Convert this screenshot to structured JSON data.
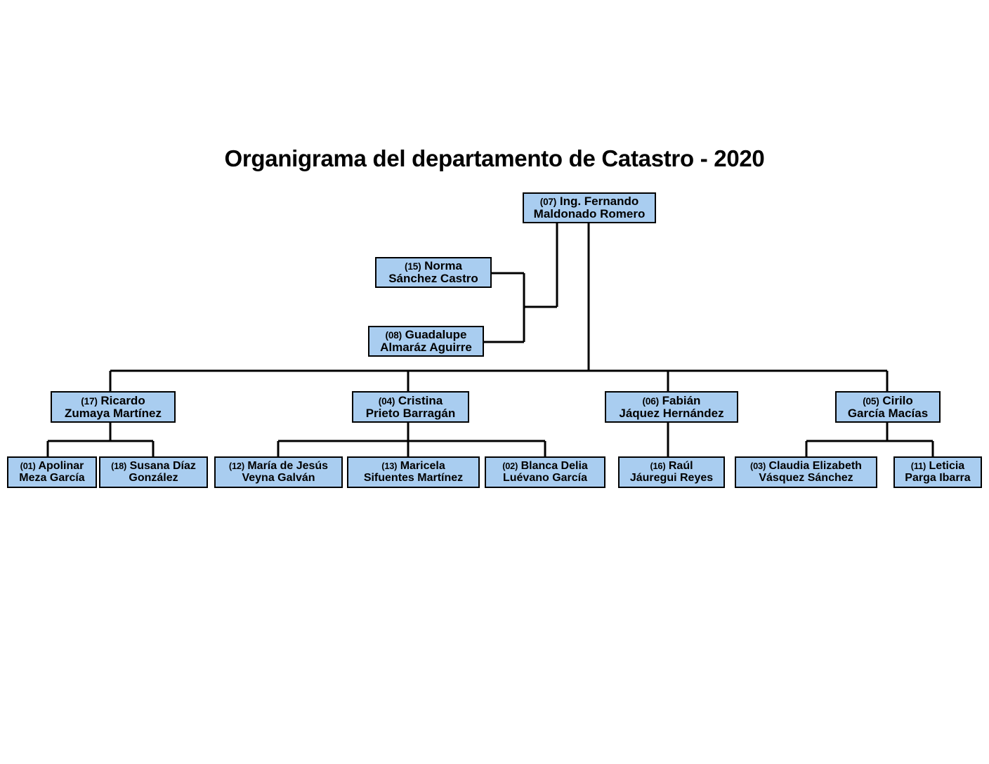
{
  "title": "Organigrama del departamento de Catastro - 2020",
  "style": {
    "node_fill": "#a9cdf0",
    "node_border": "#000000",
    "connector_color": "#000000",
    "text_color": "#000000",
    "background": "#ffffff"
  },
  "chart_data": {
    "type": "org-chart",
    "title": "Organigrama del departamento de Catastro - 2020",
    "nodes": [
      {
        "id": "n07",
        "code": "(07)",
        "line1": "Ing. Fernando",
        "line2": "Maldonado Romero",
        "level": 0,
        "role": "root",
        "parent": null
      },
      {
        "id": "n15",
        "code": "(15)",
        "line1": "Norma",
        "line2": "Sánchez Castro",
        "level": 1,
        "role": "assistant",
        "parent": "n07"
      },
      {
        "id": "n08",
        "code": "(08)",
        "line1": "Guadalupe",
        "line2": "Almaráz Aguirre",
        "level": 1,
        "role": "assistant",
        "parent": "n07"
      },
      {
        "id": "n17",
        "code": "(17)",
        "line1": "Ricardo",
        "line2": "Zumaya Martínez",
        "level": 2,
        "role": "manager",
        "parent": "n07"
      },
      {
        "id": "n04",
        "code": "(04)",
        "line1": "Cristina",
        "line2": "Prieto Barragán",
        "level": 2,
        "role": "manager",
        "parent": "n07"
      },
      {
        "id": "n06",
        "code": "(06)",
        "line1": "Fabián",
        "line2": "Jáquez Hernández",
        "level": 2,
        "role": "manager",
        "parent": "n07"
      },
      {
        "id": "n05",
        "code": "(05)",
        "line1": "Cirilo",
        "line2": "García Macías",
        "level": 2,
        "role": "manager",
        "parent": "n07"
      },
      {
        "id": "n01",
        "code": "(01)",
        "line1": "Apolinar",
        "line2": "Meza García",
        "level": 3,
        "role": "staff",
        "parent": "n17"
      },
      {
        "id": "n18",
        "code": "(18)",
        "line1": "Susana Díaz",
        "line2": "González",
        "level": 3,
        "role": "staff",
        "parent": "n17"
      },
      {
        "id": "n12",
        "code": "(12)",
        "line1": "María de Jesús",
        "line2": "Veyna Galván",
        "level": 3,
        "role": "staff",
        "parent": "n04"
      },
      {
        "id": "n13",
        "code": "(13)",
        "line1": "Maricela",
        "line2": "Sifuentes Martínez",
        "level": 3,
        "role": "staff",
        "parent": "n04"
      },
      {
        "id": "n02",
        "code": "(02)",
        "line1": "Blanca Delia",
        "line2": "Luévano García",
        "level": 3,
        "role": "staff",
        "parent": "n04"
      },
      {
        "id": "n16",
        "code": "(16)",
        "line1": "Raúl",
        "line2": "Jáuregui Reyes",
        "level": 3,
        "role": "staff",
        "parent": "n06"
      },
      {
        "id": "n03",
        "code": "(03)",
        "line1": "Claudia Elizabeth",
        "line2": "Vásquez Sánchez",
        "level": 3,
        "role": "staff",
        "parent": "n05"
      },
      {
        "id": "n11",
        "code": "(11)",
        "line1": "Leticia",
        "line2": "Parga Ibarra",
        "level": 3,
        "role": "staff",
        "parent": "n05"
      }
    ]
  },
  "nodes": {
    "n07": {
      "code": "(07)",
      "line1": "Ing. Fernando",
      "line2": "Maldonado Romero"
    },
    "n15": {
      "code": "(15)",
      "line1": "Norma",
      "line2": "Sánchez Castro"
    },
    "n08": {
      "code": "(08)",
      "line1": "Guadalupe",
      "line2": "Almaráz Aguirre"
    },
    "n17": {
      "code": "(17)",
      "line1": "Ricardo",
      "line2": "Zumaya Martínez"
    },
    "n04": {
      "code": "(04)",
      "line1": "Cristina",
      "line2": "Prieto Barragán"
    },
    "n06": {
      "code": "(06)",
      "line1": "Fabián",
      "line2": "Jáquez Hernández"
    },
    "n05": {
      "code": "(05)",
      "line1": "Cirilo",
      "line2": "García Macías"
    },
    "n01": {
      "code": "(01)",
      "line1": "Apolinar",
      "line2": "Meza García"
    },
    "n18": {
      "code": "(18)",
      "line1": "Susana Díaz",
      "line2": "González"
    },
    "n12": {
      "code": "(12)",
      "line1": "María de Jesús",
      "line2": "Veyna Galván"
    },
    "n13": {
      "code": "(13)",
      "line1": "Maricela",
      "line2": "Sifuentes Martínez"
    },
    "n02": {
      "code": "(02)",
      "line1": "Blanca Delia",
      "line2": "Luévano García"
    },
    "n16": {
      "code": "(16)",
      "line1": "Raúl",
      "line2": "Jáuregui Reyes"
    },
    "n03": {
      "code": "(03)",
      "line1": "Claudia Elizabeth",
      "line2": "Vásquez Sánchez"
    },
    "n11": {
      "code": "(11)",
      "line1": "Leticia",
      "line2": "Parga Ibarra"
    }
  }
}
